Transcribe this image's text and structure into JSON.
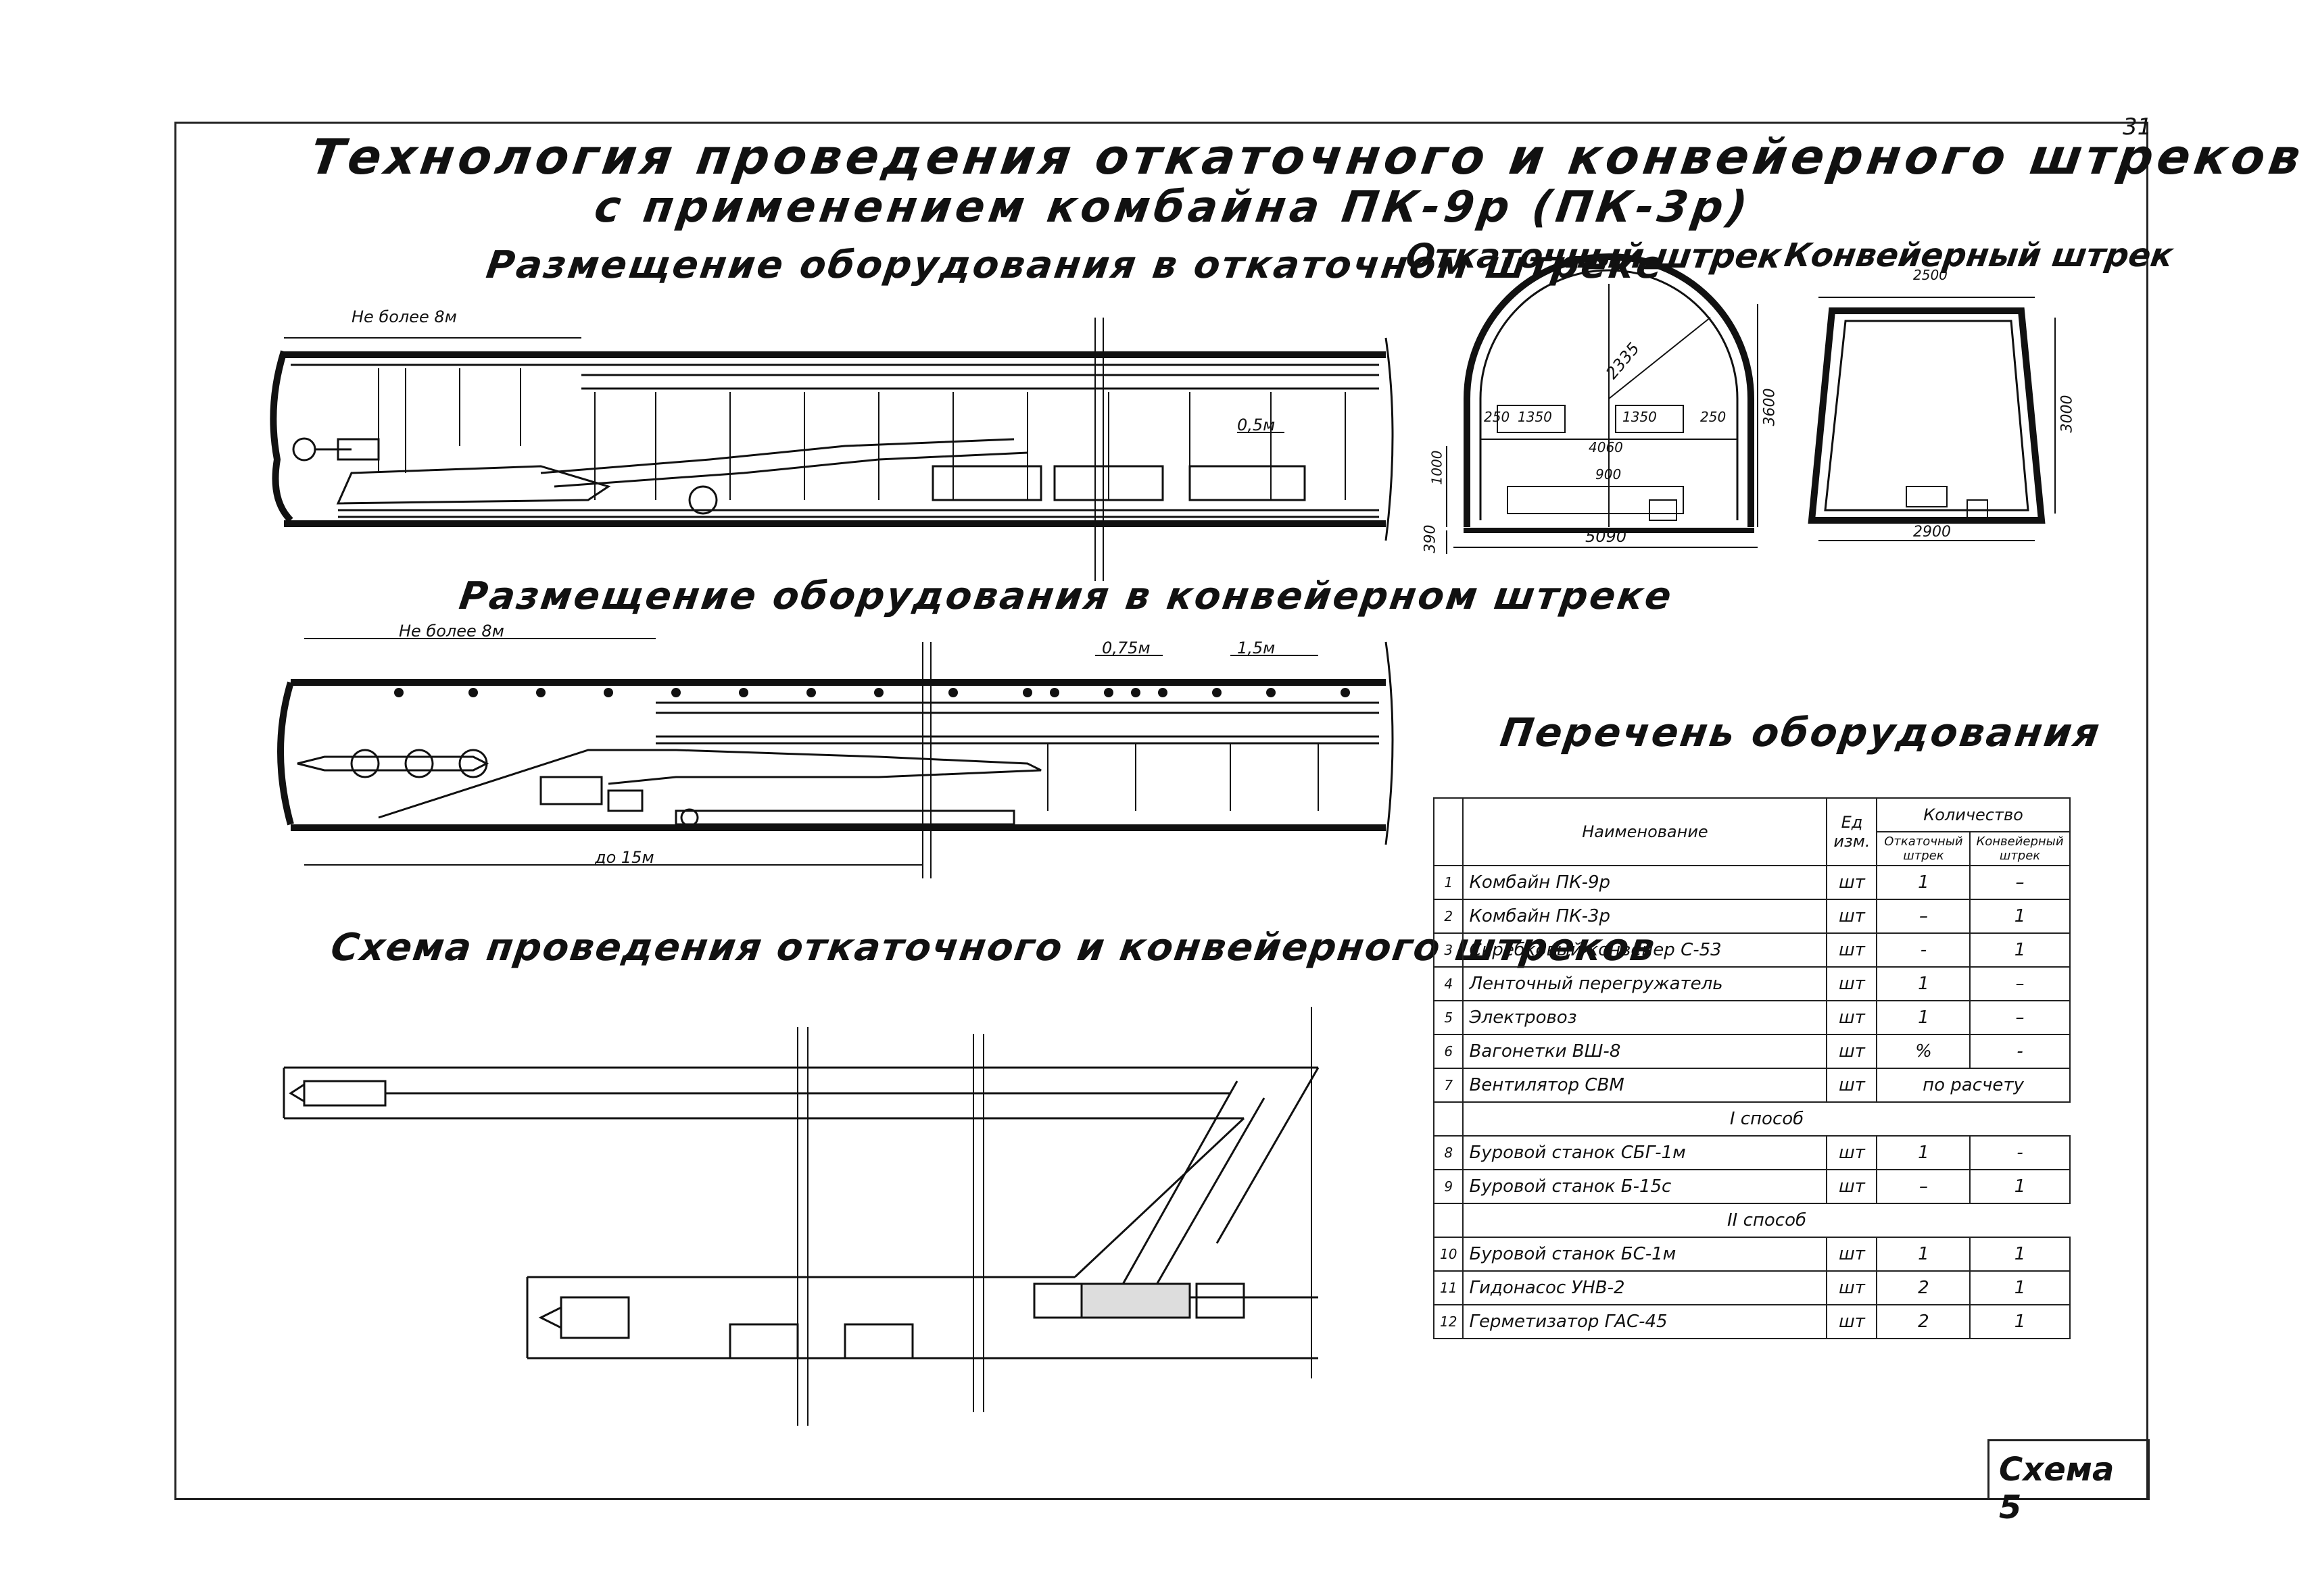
{
  "page_number": "31",
  "title_line1": "Технология проведения откаточного и конвейерного штреков по мощному пласту",
  "title_line2": "с применением комбайна ПК-9р (ПК-3р)",
  "section_haulage": "Размещение оборудования в откаточном штреке",
  "section_haulage_cs": "Откаточный штрек",
  "section_conveyor_cs": "Конвейерный штрек",
  "section_conveyor": "Размещение оборудования в конвейерном штреке",
  "section_scheme": "Схема проведения откаточного и конвейерного штреков",
  "section_list": "Перечень оборудования",
  "dims": {
    "haul_not_more": "Не более 8м",
    "haul_gap": "0,5м",
    "conv_not_more": "Не более 8м",
    "conv_075": "0,75м",
    "conv_15": "1,5м",
    "conv_upto": "до 15м",
    "cs1_2335": "2335",
    "cs1_250a": "250",
    "cs1_1350a": "1350",
    "cs1_1350b": "1350",
    "cs1_250b": "250",
    "cs1_4060": "4060",
    "cs1_900": "900",
    "cs1_1000": "1000",
    "cs1_3600": "3600",
    "cs1_390": "390",
    "cs1_5090": "5090",
    "cs2_2500": "2500",
    "cs2_3000": "3000",
    "cs2_2900": "2900"
  },
  "table": {
    "col_name": "Наименование",
    "col_unit_a": "Ед",
    "col_unit_b": "изм.",
    "col_qty": "Количество",
    "col_haul_a": "Откаточный",
    "col_haul_b": "штрек",
    "col_conv_a": "Конвейерный",
    "col_conv_b": "штрек",
    "rows": [
      {
        "n": "1",
        "name": "Комбайн ПК-9р",
        "unit": "шт",
        "a": "1",
        "b": "–"
      },
      {
        "n": "2",
        "name": "Комбайн ПК-3р",
        "unit": "шт",
        "a": "–",
        "b": "1"
      },
      {
        "n": "3",
        "name": "Скребковый конвейер С-53",
        "unit": "шт",
        "a": "-",
        "b": "1"
      },
      {
        "n": "4",
        "name": "Ленточный перегружатель",
        "unit": "шт",
        "a": "1",
        "b": "–"
      },
      {
        "n": "5",
        "name": "Электровоз",
        "unit": "шт",
        "a": "1",
        "b": "–"
      },
      {
        "n": "6",
        "name": "Вагонетки ВШ-8",
        "unit": "шт",
        "a": "%",
        "b": "-"
      },
      {
        "n": "7",
        "name": "Вентилятор СВМ",
        "unit": "шт",
        "ab": "по расчету"
      }
    ],
    "method1": "I способ",
    "rows1": [
      {
        "n": "8",
        "name": "Буровой станок СБГ-1м",
        "unit": "шт",
        "a": "1",
        "b": "-"
      },
      {
        "n": "9",
        "name": "Буровой станок Б-15с",
        "unit": "шт",
        "a": "–",
        "b": "1"
      }
    ],
    "method2": "II способ",
    "rows2": [
      {
        "n": "10",
        "name": "Буровой станок БС-1м",
        "unit": "шт",
        "a": "1",
        "b": "1"
      },
      {
        "n": "11",
        "name": "Гидонасос УНВ-2",
        "unit": "шт",
        "a": "2",
        "b": "1"
      },
      {
        "n": "12",
        "name": "Герметизатор ГАС-45",
        "unit": "шт",
        "a": "2",
        "b": "1"
      }
    ]
  },
  "stamp": "Схема 5"
}
